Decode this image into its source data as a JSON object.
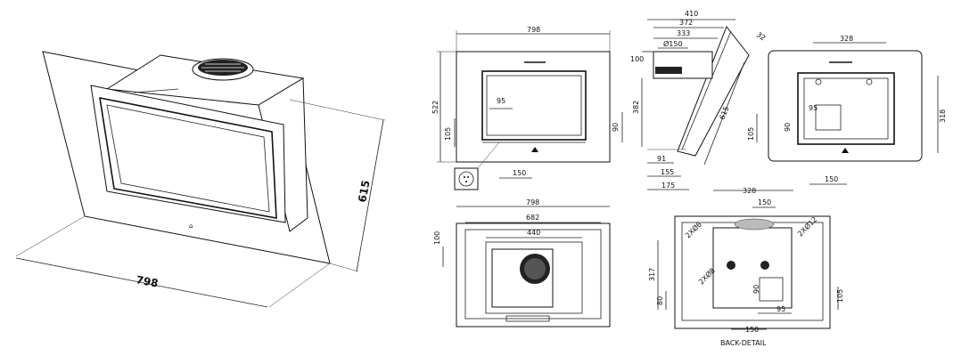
{
  "iso_view": {
    "width_label": "798",
    "height_label": "615"
  },
  "front_view": {
    "width": "798",
    "height": "522",
    "socket_offset_x": "95",
    "socket_offset_y": "105",
    "gap_90": "90",
    "center_150": "150"
  },
  "side_view": {
    "d410": "410",
    "d372": "372",
    "d333": "333",
    "d150": "Ø150",
    "d100": "100",
    "d382": "382",
    "d615": "615",
    "d91": "91",
    "d155": "155",
    "d175": "175",
    "angle": "32"
  },
  "back_view_top": {
    "d328": "328",
    "d95": "95",
    "d90": "90",
    "d105": "105",
    "d318": "318",
    "d150": "150"
  },
  "top_view": {
    "d798": "798",
    "d682": "682",
    "d440": "440",
    "d100": "100"
  },
  "back_detail": {
    "title": "BACK-DETAIL",
    "d328": "328",
    "d150": "150",
    "hole_a": "2XØ6",
    "hole_b": "2XØ12",
    "hole_c": "2XØ8",
    "d317": "317",
    "d80": "80",
    "d90": "90",
    "d105": "105",
    "d95": "95",
    "d150b": "150"
  }
}
